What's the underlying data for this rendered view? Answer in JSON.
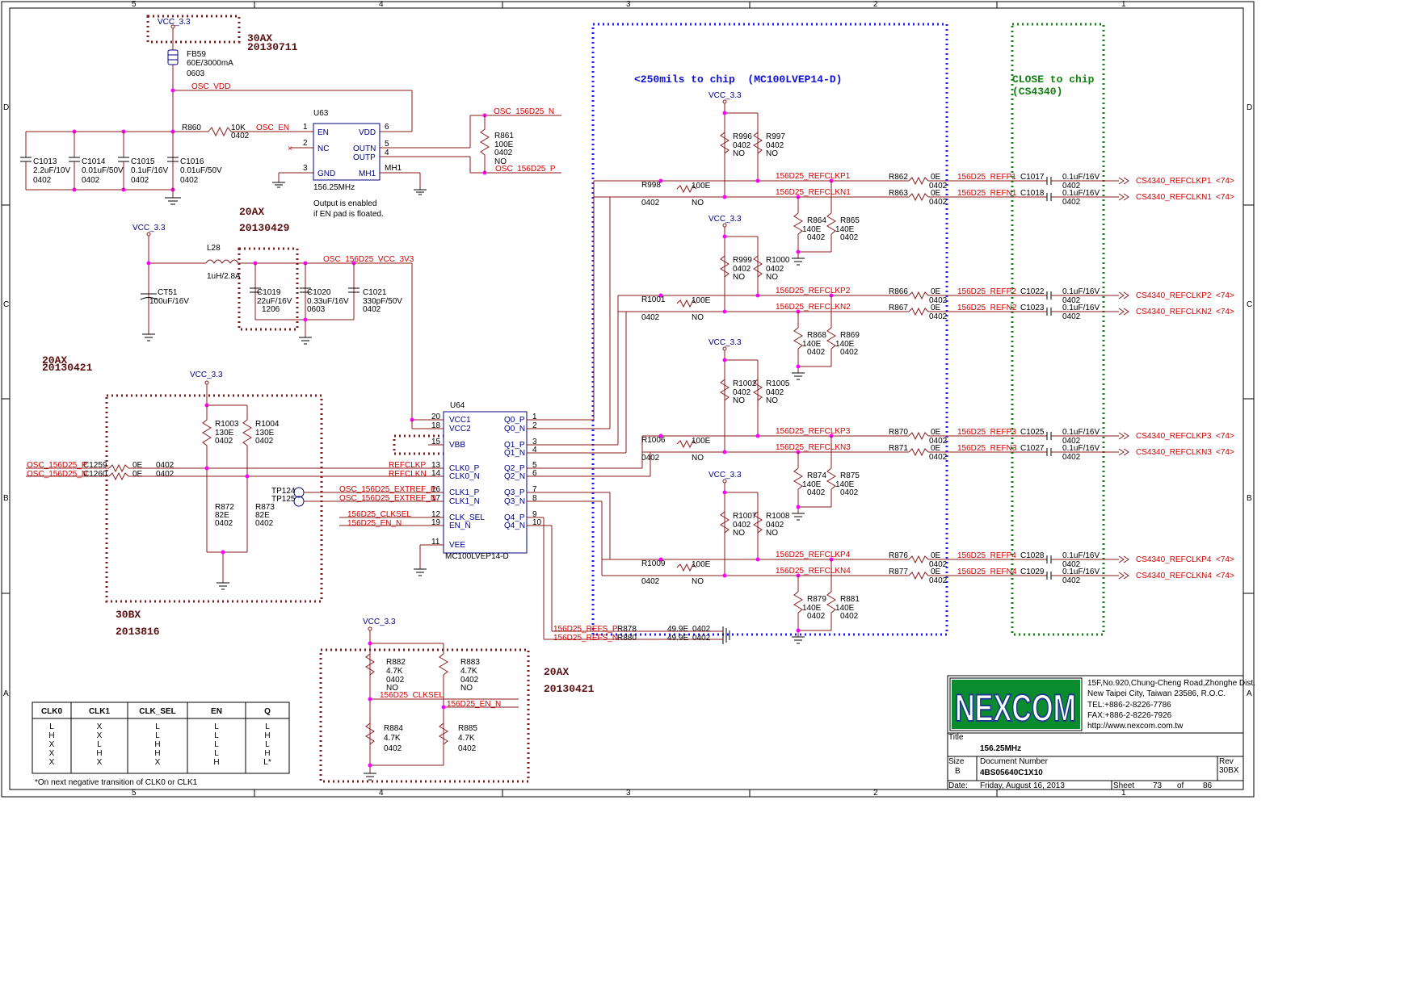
{
  "border": {
    "zones_top": [
      "5",
      "4",
      "3",
      "2",
      "1"
    ],
    "zones_side": [
      "D",
      "C",
      "B",
      "A"
    ]
  },
  "annotations": {
    "a1_rev": "30AX",
    "a1_date": "20130711",
    "a2_rev": "20AX",
    "a2_date": "20130429",
    "a3_rev": "20AX",
    "a3_date": "20130421",
    "a4_rev": "30BX",
    "a4_date": "2013816",
    "a5_rev": "20AX",
    "a5_date": "20130421",
    "blue_note": "<250mils to chip  (MC100LVEP14-D)",
    "green_note_1": "CLOSE to chip",
    "green_note_2": "(CS4340)",
    "osc_note_1": "Output is enabled",
    "osc_note_2": "if EN pad is floated."
  },
  "parts": {
    "vcc": "VCC_3.3",
    "fb59": [
      "FB59",
      "60E/3000mA",
      "0603"
    ],
    "osc_vdd": "OSC_VDD",
    "r860": [
      "R860",
      "10K",
      "0402"
    ],
    "osc_en": "OSC_EN",
    "u63": {
      "ref": "U63",
      "value": "156.25MHz",
      "pins_l": [
        "EN",
        "NC",
        "GND"
      ],
      "pins_r": [
        "VDD",
        "OUTN",
        "OUTP",
        "MH1"
      ],
      "nums": [
        "1",
        "2",
        "3",
        "6",
        "5",
        "4"
      ],
      "mh1": "MH1"
    },
    "caps_top": [
      [
        "C1013",
        "2.2uF/10V",
        "0402"
      ],
      [
        "C1014",
        "0.01uF/50V",
        "0402"
      ],
      [
        "C1015",
        "0.1uF/16V",
        "0402"
      ],
      [
        "C1016",
        "0.01uF/50V",
        "0402"
      ]
    ],
    "osc_n": "OSC_156D25_N",
    "osc_p": "OSC_156D25_P",
    "r861": [
      "R861",
      "100E",
      "0402",
      "NO"
    ],
    "l28": [
      "L28",
      "1uH/2.8A"
    ],
    "ct51": [
      "CT51",
      "100uF/16V"
    ],
    "osc_vcc": "OSC_156D25_VCC_3V3",
    "caps_mid": [
      [
        "C1019",
        "22uF/16V",
        "1206"
      ],
      [
        "C1020",
        "0.33uF/16V",
        "0603"
      ],
      [
        "C1021",
        "330pF/50V",
        "0402"
      ]
    ],
    "r1003": [
      "R1003",
      "130E",
      "0402"
    ],
    "r1004": [
      "R1004",
      "130E",
      "0402"
    ],
    "r872": [
      "R872",
      "82E",
      "0402"
    ],
    "r873": [
      "R873",
      "82E",
      "0402"
    ],
    "in_p": "OSC_156D25_P",
    "in_n": "OSC_156D25_N",
    "c1259": [
      "C1259",
      "0E",
      "0402"
    ],
    "c1260": [
      "C1260",
      "0E",
      "0402"
    ],
    "tp124": "TP124",
    "tp125": "TP125",
    "u64": {
      "ref": "U64",
      "value": "MC100LVEP14-D",
      "lpins": [
        "VCC1",
        "VCC2",
        "VBB",
        "CLK0_P",
        "CLK0_N",
        "CLK1_P",
        "CLK1_N",
        "CLK_SEL",
        "EN_N",
        "VEE"
      ],
      "lnums": [
        "20",
        "18",
        "15",
        "13",
        "14",
        "16",
        "17",
        "12",
        "19",
        "11"
      ],
      "rpins": [
        "Q0_P",
        "Q0_N",
        "Q1_P",
        "Q1_N",
        "Q2_P",
        "Q2_N",
        "Q3_P",
        "Q3_N",
        "Q4_P",
        "Q4_N"
      ],
      "rnums": [
        "1",
        "2",
        "3",
        "4",
        "5",
        "6",
        "7",
        "8",
        "9",
        "10"
      ]
    },
    "nets_in": [
      "REFCLKP",
      "REFCLKN",
      "OSC_156D25_EXTREF_P",
      "OSC_156D25_EXTREF_N",
      "156D25_CLKSEL",
      "156D25_EN_N"
    ],
    "refs_p": "156D25_REFS_P",
    "refs_n": "156D25_REFS_N",
    "r878": [
      "R878",
      "49.9E",
      "0402"
    ],
    "r880": [
      "R880",
      "49.9E",
      "0402"
    ],
    "r882": [
      "R882",
      "4.7K",
      "0402",
      "NO"
    ],
    "r883": [
      "R883",
      "4.7K",
      "0402",
      "NO"
    ],
    "r884": [
      "R884",
      "4.7K",
      "0402"
    ],
    "r885": [
      "R885",
      "4.7K",
      "0402"
    ],
    "clksel_net": "156D25_CLKSEL",
    "en_net": "156D25_EN_N"
  },
  "channels": [
    {
      "pu1": "R996",
      "pu2": "R997",
      "ser": "R998",
      "pd1": "R864",
      "pd2": "R865",
      "rp": "R862",
      "rn": "R863",
      "cp": "C1017",
      "cn": "C1018",
      "np": "156D25_REFCLKP1",
      "nn": "156D25_REFCLKN1",
      "fp": "156D25_REFP1",
      "fn": "156D25_REFN1",
      "op": "CS4340_REFCLKP1",
      "on": "CS4340_REFCLKN1"
    },
    {
      "pu1": "R999",
      "pu2": "R1000",
      "ser": "R1001",
      "pd1": "R868",
      "pd2": "R869",
      "rp": "R866",
      "rn": "R867",
      "cp": "C1022",
      "cn": "C1023",
      "np": "156D25_REFCLKP2",
      "nn": "156D25_REFCLKN2",
      "fp": "156D25_REFP2",
      "fn": "156D25_REFN2",
      "op": "CS4340_REFCLKP2",
      "on": "CS4340_REFCLKN2"
    },
    {
      "pu1": "R1002",
      "pu2": "R1005",
      "ser": "R1006",
      "pd1": "R874",
      "pd2": "R875",
      "rp": "R870",
      "rn": "R871",
      "cp": "C1025",
      "cn": "C1027",
      "np": "156D25_REFCLKP3",
      "nn": "156D25_REFCLKN3",
      "fp": "156D25_REFP3",
      "fn": "156D25_REFN3",
      "op": "CS4340_REFCLKP3",
      "on": "CS4340_REFCLKN3"
    },
    {
      "pu1": "R1007",
      "pu2": "R1008",
      "ser": "R1009",
      "pd1": "R879",
      "pd2": "R881",
      "rp": "R876",
      "rn": "R877",
      "cp": "C1028",
      "cn": "C1029",
      "np": "156D25_REFCLKP4",
      "nn": "156D25_REFCLKN4",
      "fp": "156D25_REFP4",
      "fn": "156D25_REFN4",
      "op": "CS4340_REFCLKP4",
      "on": "CS4340_REFCLKN4"
    }
  ],
  "ch_values": {
    "pu": "0402",
    "no": "NO",
    "ser": "100E",
    "ser_pkg": "0402",
    "pd": "140E",
    "pd_pkg": "0402",
    "r0": "0E",
    "r0_pkg": "0402",
    "cap": "0.1uF/16V",
    "cap_pkg": "0402",
    "ref": "<74>"
  },
  "truth_table": {
    "headers": [
      "CLK0",
      "CLK1",
      "CLK_SEL",
      "EN",
      "Q"
    ],
    "rows": [
      [
        "L",
        "X",
        "L",
        "L",
        "L"
      ],
      [
        "H",
        "X",
        "L",
        "L",
        "H"
      ],
      [
        "X",
        "L",
        "H",
        "L",
        "L"
      ],
      [
        "X",
        "H",
        "H",
        "L",
        "H"
      ],
      [
        "X",
        "X",
        "X",
        "H",
        "L*"
      ]
    ],
    "footnote": "*On next negative transition of CLK0 or CLK1"
  },
  "title_block": {
    "logo": "NEXCOM",
    "address": [
      "15F,No.920,Chung-Cheng Road,Zhonghe Dist.",
      "New Taipei City, Taiwan 23586, R.O.C.",
      "TEL:+886-2-8226-7786",
      "FAX:+886-2-8226-7926",
      "http://www.nexcom.com.tw"
    ],
    "title_label": "Title",
    "title": "156.25MHz",
    "size_label": "Size",
    "size": "B",
    "docnum_label": "Document Number",
    "docnum": "4BS05640C1X10",
    "rev_label": "Rev",
    "rev": "30BX",
    "date_label": "Date:",
    "date": "Friday, August 16, 2013",
    "sheet_label": "Sheet",
    "sheet": "73",
    "of_label": "of",
    "total": "86"
  }
}
